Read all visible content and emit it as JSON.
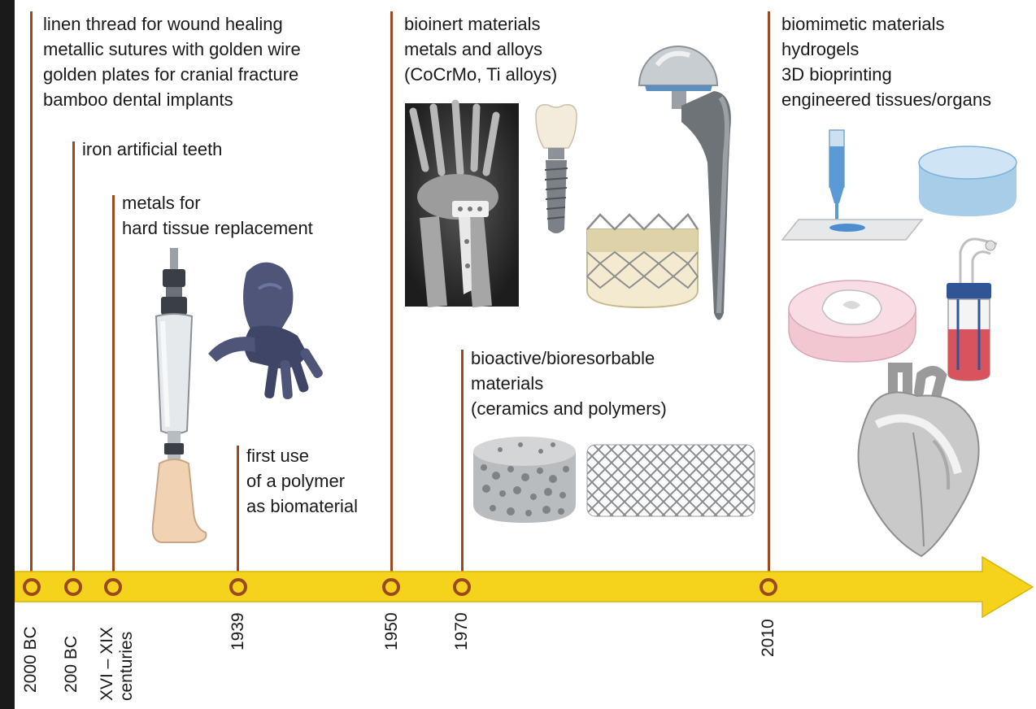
{
  "timeline": {
    "events": [
      {
        "year": [
          "2000 BC"
        ],
        "lines": [
          "linen thread for wound healing",
          "metallic sutures with golden wire",
          "golden plates for cranial fracture",
          "bamboo dental implants"
        ]
      },
      {
        "year": [
          "200 BC"
        ],
        "lines": [
          "iron artificial teeth"
        ]
      },
      {
        "year": [
          "XVI – XIX",
          "centuries"
        ],
        "lines": [
          "metals for",
          "hard tissue replacement"
        ]
      },
      {
        "year": [
          "1939"
        ],
        "lines": [
          "first use",
          "of a polymer",
          "as biomaterial"
        ]
      },
      {
        "year": [
          "1950"
        ],
        "lines": [
          "bioinert materials",
          "metals and alloys",
          "(CoCrMo, Ti alloys)"
        ]
      },
      {
        "year": [
          "1970"
        ],
        "lines": [
          "bioactive/bioresorbable",
          "materials",
          "(ceramics and polymers)"
        ]
      },
      {
        "year": [
          "2010"
        ],
        "lines": [
          "biomimetic materials",
          "hydrogels",
          "3D bioprinting",
          "engineered tissues/organs"
        ]
      }
    ],
    "colors": {
      "arrow": "#f5d21b",
      "stem": "#9a4a1e",
      "background": "#1a1a1a"
    },
    "illustrations": [
      "prosthetic-leg-icon",
      "robotic-hand-icon",
      "wrist-xray-icon",
      "dental-implant-icon",
      "heart-valve-icon",
      "hip-implant-icon",
      "porous-scaffold-icon",
      "stent-mesh-icon",
      "bioprinter-icon",
      "hydrogel-disc-icon",
      "petri-dish-icon",
      "bioreactor-icon",
      "heart-icon"
    ]
  }
}
